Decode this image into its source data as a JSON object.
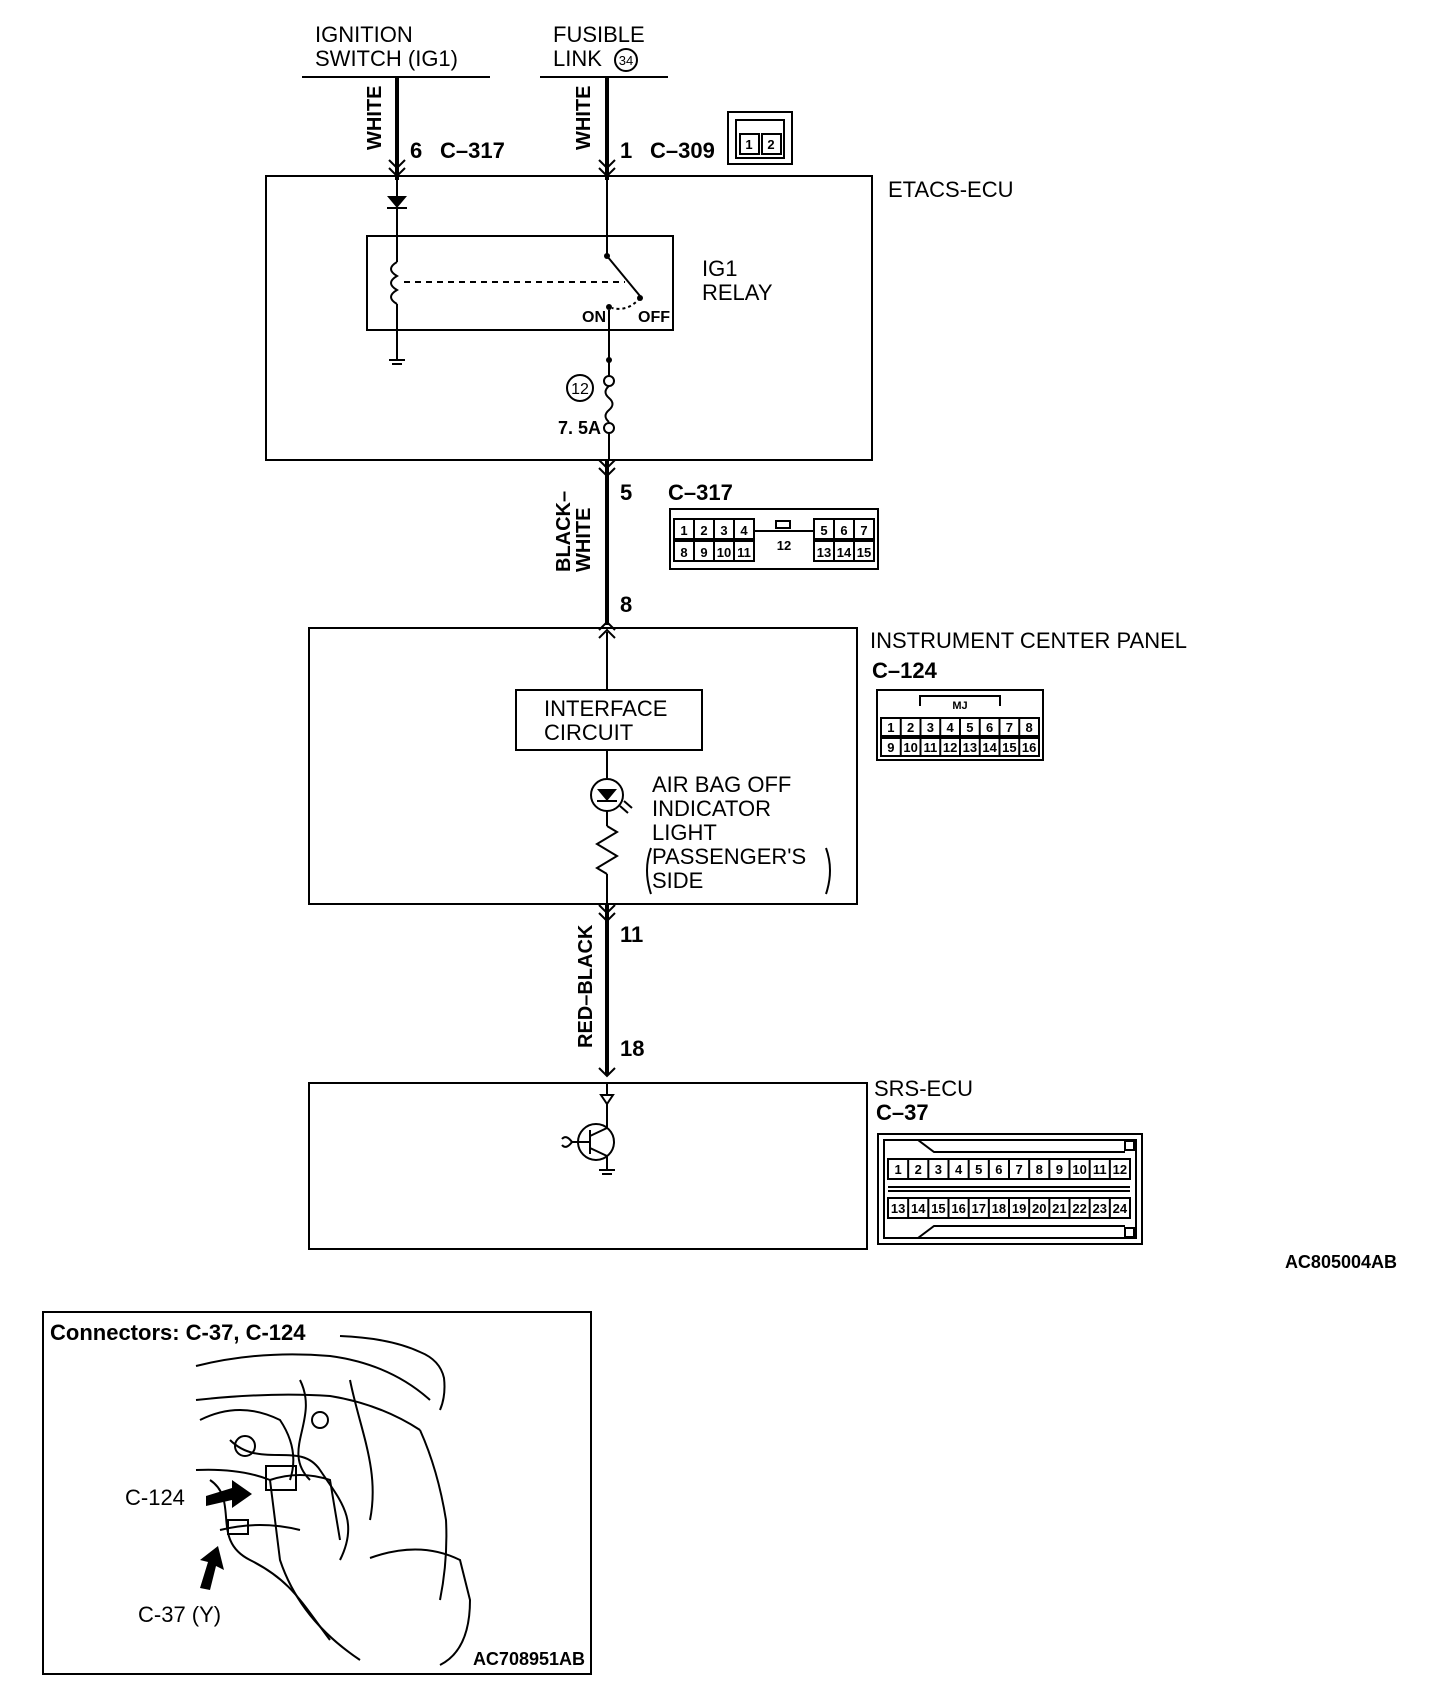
{
  "diagram": {
    "sources": {
      "ignition_switch": "IGNITION\nSWITCH (IG1)",
      "fusible_link": "FUSIBLE\nLINK",
      "fusible_link_number": "34"
    },
    "wires": {
      "white_1": "WHITE",
      "white_2": "WHITE",
      "black_white": "BLACK–\nWHITE",
      "red_black": "RED–BLACK"
    },
    "pins": {
      "p6": "6",
      "p1": "1",
      "p5": "5",
      "p8": "8",
      "p11": "11",
      "p18": "18"
    },
    "connectors": {
      "c317_top": "C–317",
      "c309": "C–309",
      "c317": "C–317",
      "c124": "C–124",
      "c37": "C–37"
    },
    "etacs": {
      "title": "ETACS-ECU",
      "relay": "IG1\nRELAY",
      "on": "ON",
      "off": "OFF",
      "fuse_number": "12",
      "fuse_rating": "7. 5A"
    },
    "icp": {
      "title": "INSTRUMENT CENTER PANEL",
      "interface": "INTERFACE\nCIRCUIT",
      "indicator": "AIR BAG OFF\nINDICATOR\nLIGHT\nPASSENGER'S\nSIDE"
    },
    "srs": {
      "title": "SRS-ECU"
    },
    "c309_pins": [
      "1",
      "2"
    ],
    "c317_pins": {
      "top_left": [
        "1",
        "2",
        "3",
        "4"
      ],
      "top_right": [
        "5",
        "6",
        "7"
      ],
      "middle": "12",
      "bottom_left": [
        "8",
        "9",
        "10",
        "11"
      ],
      "bottom_right": [
        "13",
        "14",
        "15"
      ]
    },
    "c124_key": "MJ",
    "c124_pins": {
      "top": [
        "1",
        "2",
        "3",
        "4",
        "5",
        "6",
        "7",
        "8"
      ],
      "bottom": [
        "9",
        "10",
        "11",
        "12",
        "13",
        "14",
        "15",
        "16"
      ]
    },
    "c37_pins": {
      "top": [
        "1",
        "2",
        "3",
        "4",
        "5",
        "6",
        "7",
        "8",
        "9",
        "10",
        "11",
        "12"
      ],
      "bottom": [
        "13",
        "14",
        "15",
        "16",
        "17",
        "18",
        "19",
        "20",
        "21",
        "22",
        "23",
        "24"
      ]
    },
    "figure_code": "AC805004AB"
  },
  "inset": {
    "title": "Connectors: C-37, C-124",
    "c124": "C-124",
    "c37": "C-37 (Y)",
    "figure_code": "AC708951AB"
  }
}
